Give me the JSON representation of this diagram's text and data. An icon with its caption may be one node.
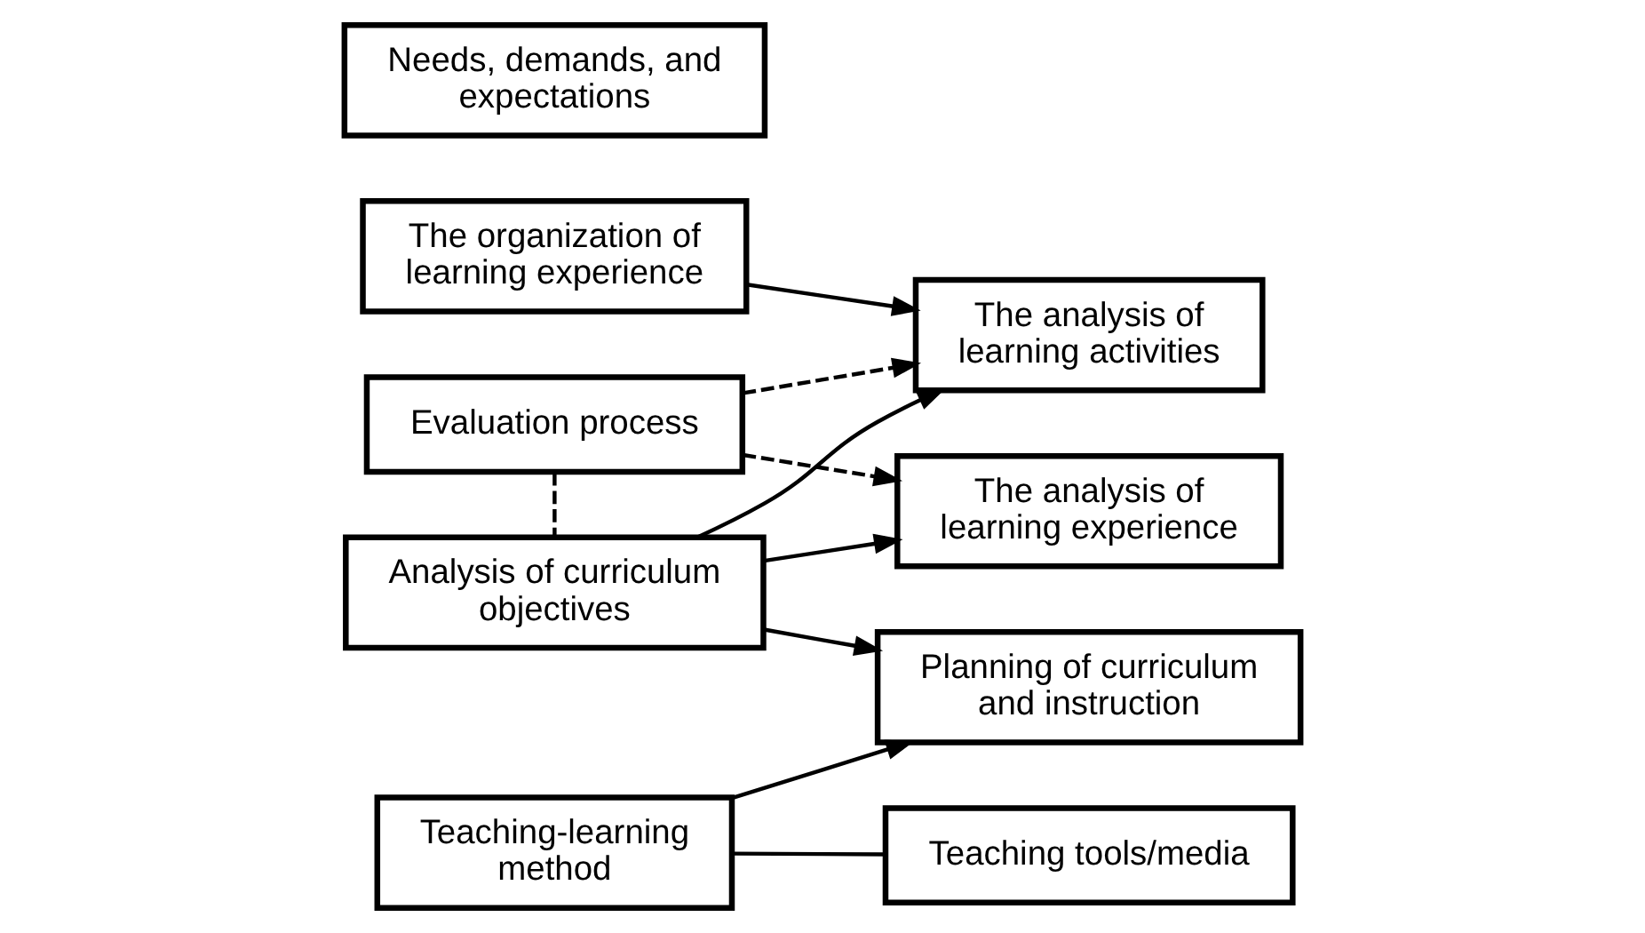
{
  "diagram": {
    "nodes": [
      {
        "text": [
          "The analysis of learning experience"
        ]
      },
      {
        "text": [
          "The organization of learning experience"
        ]
      },
      {
        "text": [
          "The analysis of learning activities"
        ]
      },
      {
        "text": [
          "Teaching-learning method"
        ]
      },
      {
        "text": [
          "Teaching tools/media"
        ]
      },
      {
        "text": [
          "Analysis of curriculum objectives"
        ]
      },
      {
        "text": [
          "Planning of curriculum and instruction"
        ]
      },
      {
        "text": [
          "Needs, demands, and expectations"
        ]
      },
      {
        "text": [
          "Evaluation process"
        ]
      }
    ],
    "edges": [
      {
        "from": 5,
        "to": 0,
        "arrow": "to"
      },
      {
        "from": 1,
        "to": 2,
        "arrow": "to"
      },
      {
        "from": 5,
        "to": 2,
        "arrow": "to"
      },
      {
        "from": 3,
        "to": 4,
        "arrow": "none"
      },
      {
        "from": 3,
        "to": 6,
        "arrow": "to"
      },
      {
        "from": 5,
        "to": 6,
        "arrow": "to"
      },
      {
        "from": 8,
        "to": 0,
        "arrow": "to",
        "style": "dashed"
      },
      {
        "from": 8,
        "to": 2,
        "arrow": "to",
        "style": "dashed"
      },
      {
        "from": 8,
        "to": 5,
        "arrow": "none",
        "style": "dashed"
      }
    ]
  }
}
